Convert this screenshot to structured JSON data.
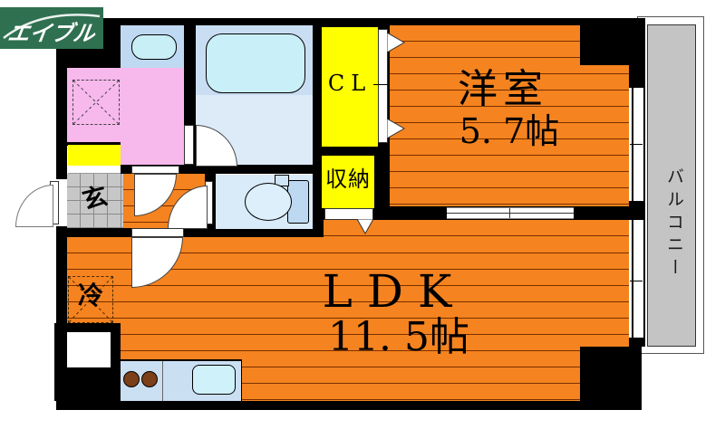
{
  "logo": {
    "brand": "エイブル"
  },
  "rooms": {
    "western": {
      "name": "洋室",
      "size": "5. 7帖"
    },
    "ldk": {
      "name": "LDK",
      "size": "11. 5帖"
    },
    "closet": {
      "label": "CL"
    },
    "storage": {
      "label": "収納"
    },
    "entrance": {
      "label": "玄"
    },
    "refrigerator": {
      "label": "冷"
    },
    "balcony": {
      "label": "バルコニー"
    }
  },
  "colors": {
    "floor_orange": "#F5831F",
    "floor_stripe": "#7A3000",
    "closet_yellow": "#FFFF00",
    "washroom_pink": "#F7B8EC",
    "bathroom_blue": "#C9DEF3",
    "toilet_blue": "#D9EAF9",
    "counter_blue": "#CBDFF3",
    "balcony_gray": "#C4C4C4",
    "wall_black": "#000000",
    "logo_green": "#2F7050"
  }
}
